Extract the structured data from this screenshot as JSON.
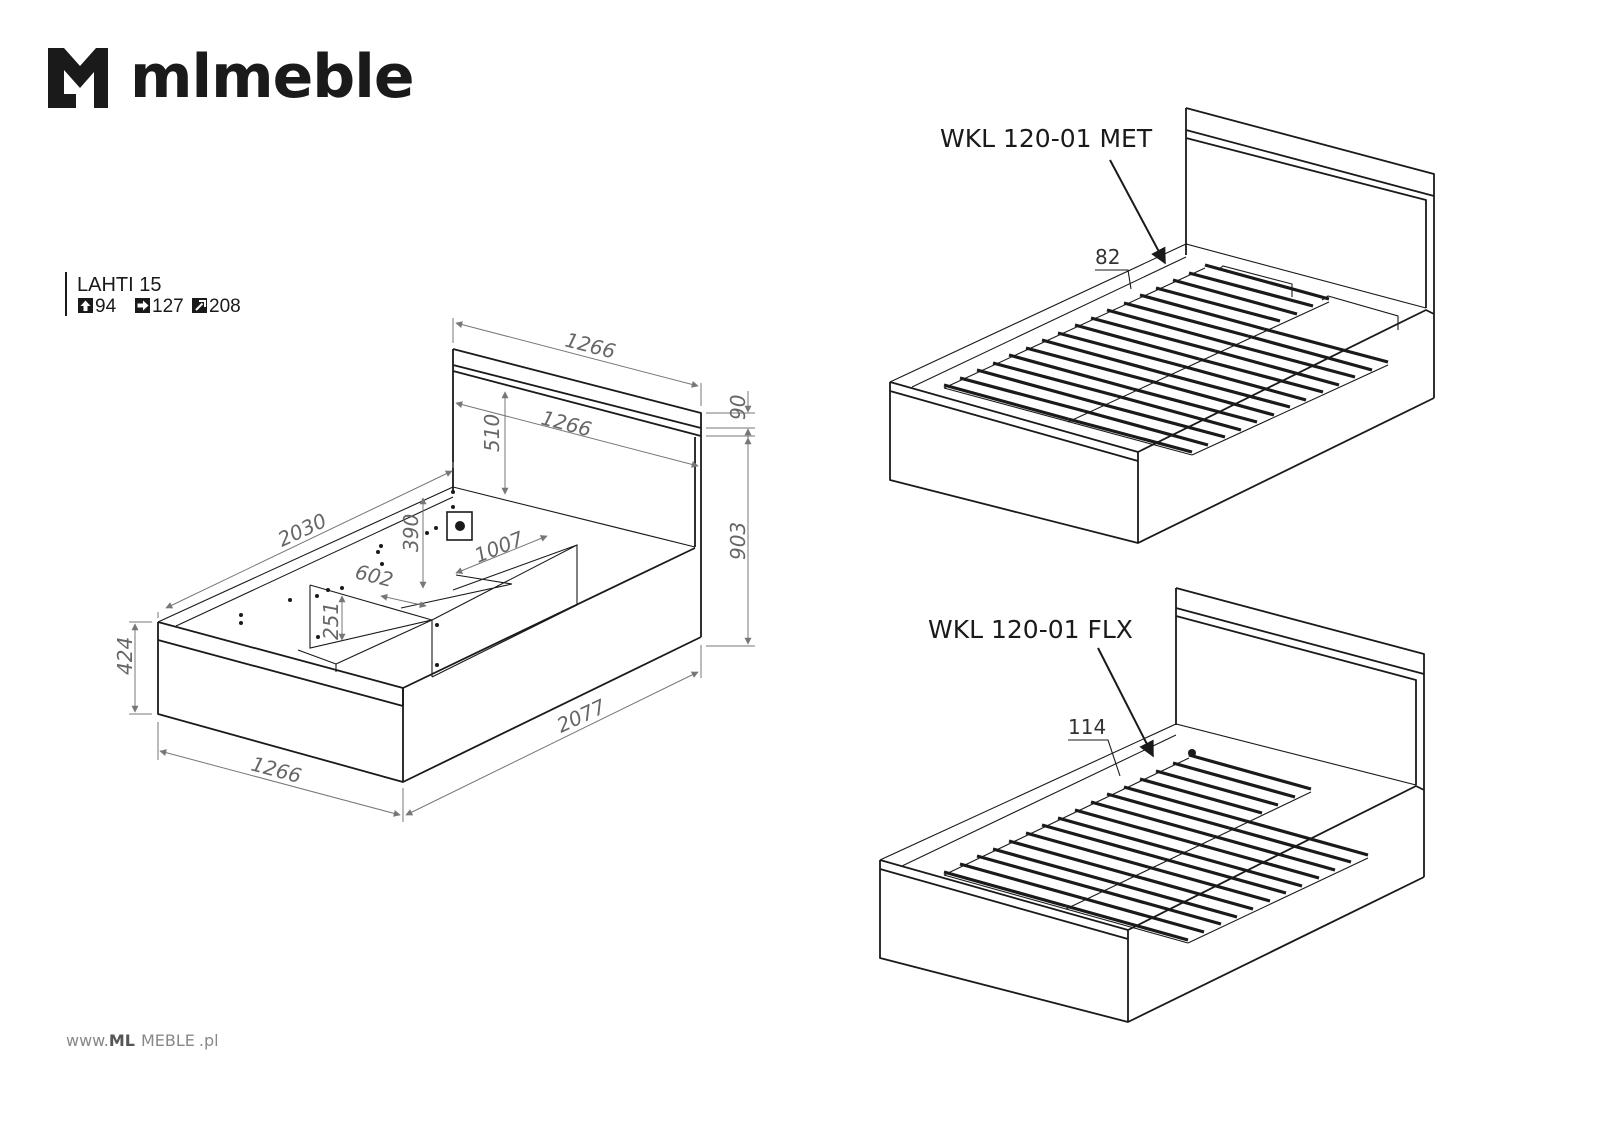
{
  "brand": {
    "name": "mlmeble"
  },
  "product": {
    "name": "LAHTI 15",
    "packages": {
      "p1": "94",
      "p2": "127",
      "p3": "208"
    }
  },
  "dimensions": {
    "headboard_width": "1266",
    "panel_width": "1266",
    "top_gap": "90",
    "panel_height": "510",
    "total_height": "903",
    "length_inner": "2030",
    "cross_1007": "1007",
    "depth_390": "390",
    "depth_602": "602",
    "partition_251": "251",
    "bed_height": "424",
    "front_width": "1266",
    "total_length": "2077"
  },
  "variants": [
    {
      "code": "WKL 120-01 MET",
      "dim": "82"
    },
    {
      "code": "WKL 120-01 FLX",
      "dim": "114"
    }
  ],
  "footer": {
    "www": "www.",
    "ml": "ML",
    "meble": "MEBLE",
    "pl": ".pl"
  }
}
